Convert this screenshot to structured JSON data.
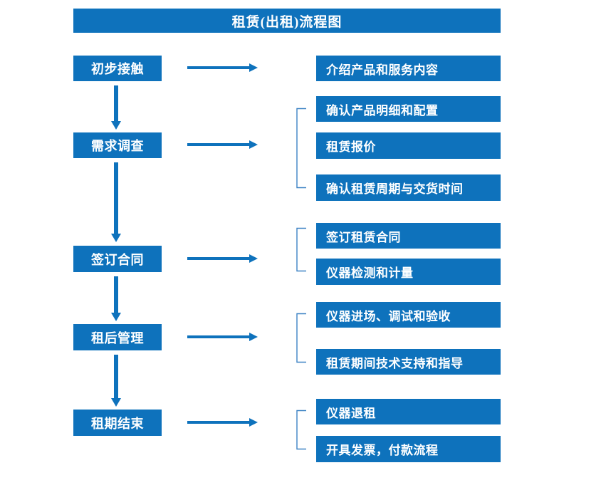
{
  "diagram": {
    "title": "租赁(出租)流程图",
    "accent_color": "#0E72BC",
    "bracket_color": "#3C82C4",
    "text_color": "#FFFFFF",
    "background_color": "#FFFFFF",
    "type": "flowchart",
    "stages": [
      {
        "label": "初步接触",
        "details": [
          "介绍产品和服务内容"
        ]
      },
      {
        "label": "需求调查",
        "details": [
          "确认产品明细和配置",
          "租赁报价",
          "确认租赁周期与交货时间"
        ]
      },
      {
        "label": "签订合同",
        "details": [
          "签订租赁合同",
          "仪器检测和计量"
        ]
      },
      {
        "label": "租后管理",
        "details": [
          "仪器进场、调试和验收",
          "租赁期间技术支持和指导"
        ]
      },
      {
        "label": "租期结束",
        "details": [
          "仪器退租",
          "开具发票，付款流程"
        ]
      }
    ]
  }
}
